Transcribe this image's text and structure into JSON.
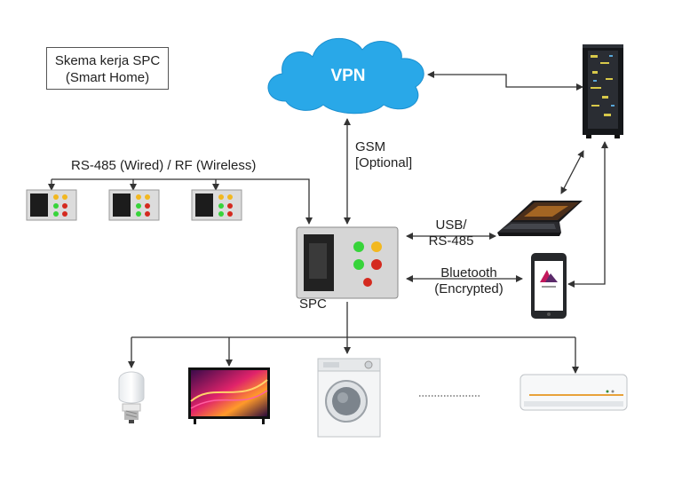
{
  "title": {
    "line1": "Skema kerja SPC",
    "line2": "(Smart Home)"
  },
  "cloud": {
    "label": "VPN"
  },
  "links": {
    "gsm": {
      "line1": "GSM",
      "line2": "[Optional]"
    },
    "bus": "RS-485 (Wired) / RF (Wireless)",
    "usb": {
      "line1": "USB/",
      "line2": "RS-485"
    },
    "bluetooth": {
      "line1": "Bluetooth",
      "line2": "(Encrypted)"
    }
  },
  "controller": {
    "label": "SPC"
  },
  "devices": [
    "server-rack",
    "laptop",
    "smartphone",
    "led-bulb",
    "television",
    "washing-machine",
    "air-conditioner"
  ],
  "colors": {
    "cloud": "#29a8e8",
    "line": "#333333",
    "panel": "#d8d8d8",
    "led_green": "#37d43a",
    "led_yellow": "#f2b820",
    "led_red": "#d42a1f"
  }
}
